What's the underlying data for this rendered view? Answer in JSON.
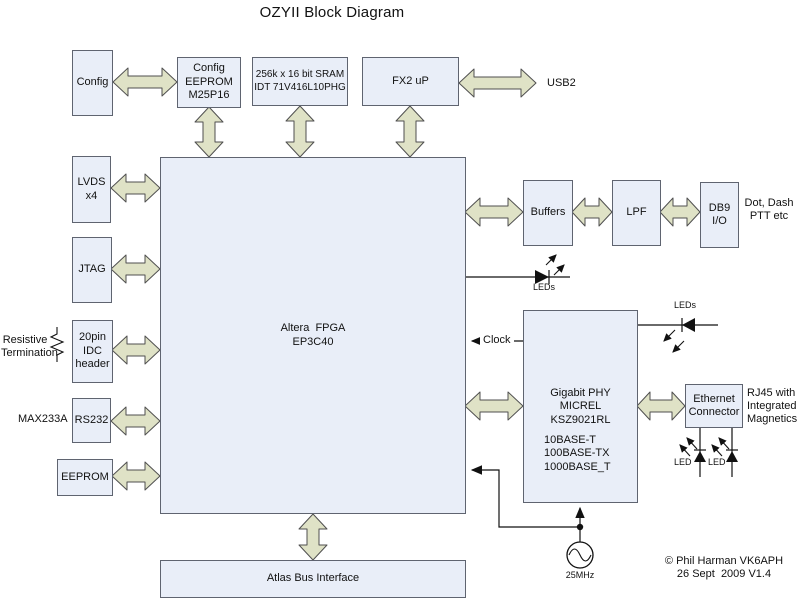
{
  "title": "OZYII Block Diagram",
  "blocks": {
    "config": {
      "label": "Config"
    },
    "config_eeprom": {
      "label": "Config\nEEPROM\nM25P16"
    },
    "sram": {
      "label": "256k x 16 bit SRAM\nIDT 71V416L10PHG"
    },
    "fx2": {
      "label": "FX2 uP"
    },
    "fpga": {
      "label": "Altera  FPGA\nEP3C40"
    },
    "lvds": {
      "label": "LVDS\nx4"
    },
    "jtag": {
      "label": "JTAG"
    },
    "idc_header": {
      "label": "20pin\nIDC\nheader"
    },
    "rs232": {
      "label": "RS232"
    },
    "eeprom": {
      "label": "EEPROM"
    },
    "buffers": {
      "label": "Buffers"
    },
    "lpf": {
      "label": "LPF"
    },
    "db9": {
      "label": "DB9\nI/O"
    },
    "phy": {
      "chip": "Gigabit PHY\nMICREL\nKSZ9021RL",
      "modes": "10BASE-T\n100BASE-TX\n1000BASE_T"
    },
    "ethernet": {
      "label": "Ethernet\nConnector"
    },
    "atlas": {
      "label": "Atlas Bus Interface"
    }
  },
  "labels": {
    "usb2": "USB2",
    "dot_dash": "Dot, Dash\nPTT etc",
    "leds_fpga": "LEDs",
    "leds_phy": "LEDs",
    "clock": "Clock",
    "max233a": "MAX233A",
    "resistive_termination": "Resistive\nTermination",
    "rj45": "RJ45 with\nIntegrated\nMagnetics",
    "led_left": "LED",
    "led_right": "LED",
    "osc_freq": "25MHz",
    "copyright": "© Phil Harman VK6APH\n26 Sept  2009 V1.4"
  },
  "colors": {
    "background": "#ffffff",
    "box_fill": "#e9eef8",
    "box_border": "#5f6470",
    "arrow_fill": "#dfe2c6",
    "arrow_border": "#4f4f4f",
    "wire": "#111111",
    "text": "#111111"
  }
}
